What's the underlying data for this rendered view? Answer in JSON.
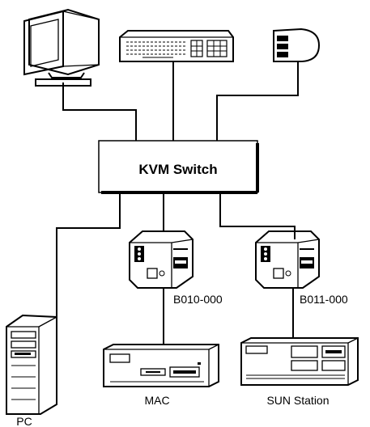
{
  "diagram": {
    "switch_label": "KVM Switch",
    "adapters": [
      {
        "label": "B010-000"
      },
      {
        "label": "B011-000"
      }
    ],
    "computers": [
      {
        "label": "PC"
      },
      {
        "label": "MAC"
      },
      {
        "label": "SUN Station"
      }
    ],
    "peripherals": [
      {
        "icon": "monitor-icon"
      },
      {
        "icon": "keyboard-icon"
      },
      {
        "icon": "mouse-icon"
      }
    ]
  }
}
